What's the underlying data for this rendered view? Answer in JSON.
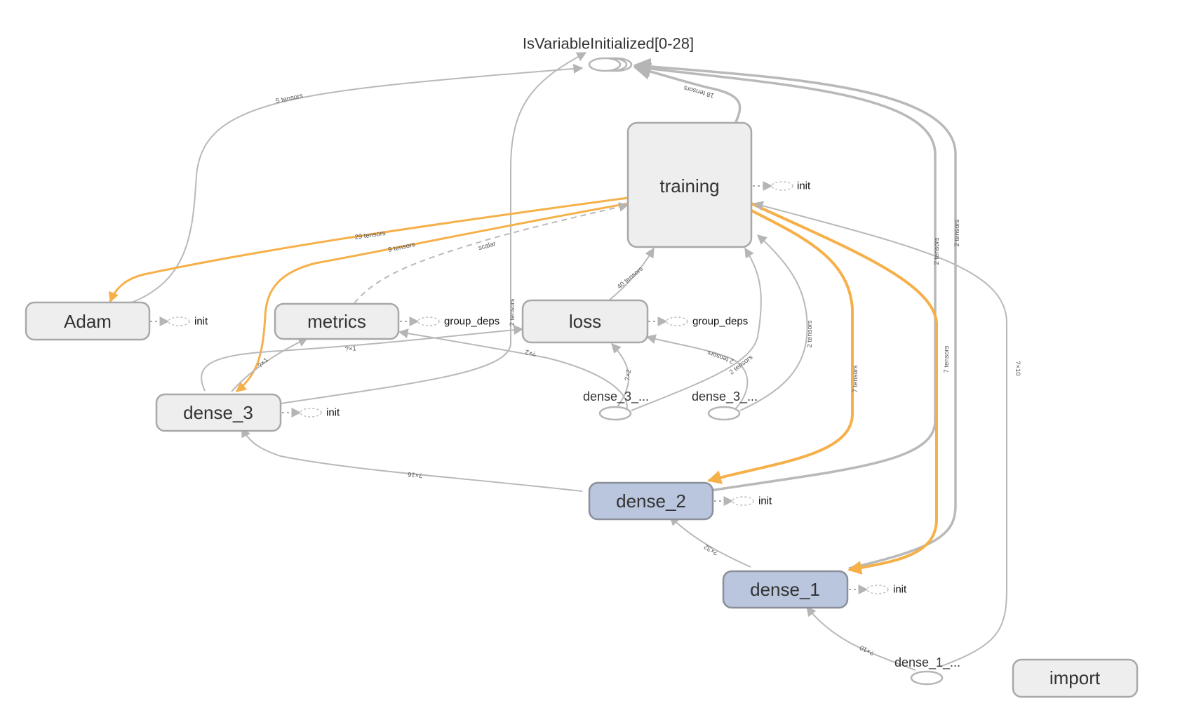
{
  "graph": {
    "title": "TensorFlow Graph",
    "colors": {
      "node_fill": "#eeeeee",
      "node_stroke": "#a8a8a8",
      "highlight_fill": "#b9c6de",
      "edge_gray": "#b9b9b9",
      "edge_orange": "#f6b04a",
      "text": "#333333"
    },
    "nodes": {
      "isvar": {
        "label": "IsVariableInitialized[0-28]"
      },
      "training": {
        "label": "training",
        "aux": "init"
      },
      "adam": {
        "label": "Adam",
        "aux": "init"
      },
      "metrics": {
        "label": "metrics",
        "aux": "group_deps"
      },
      "loss": {
        "label": "loss",
        "aux": "group_deps"
      },
      "dense_3": {
        "label": "dense_3",
        "aux": "init"
      },
      "dense_3_a": {
        "label": "dense_3_..."
      },
      "dense_3_b": {
        "label": "dense_3_..."
      },
      "dense_2": {
        "label": "dense_2",
        "aux": "init"
      },
      "dense_1": {
        "label": "dense_1",
        "aux": "init"
      },
      "dense_1_a": {
        "label": "dense_1_..."
      },
      "import": {
        "label": "import"
      }
    },
    "edge_labels": {
      "adam_isvar": "5 tensors",
      "training_isvar": "18 tensors",
      "training_adam": "29 tensors",
      "training_dense3": "9 tensors",
      "metrics_training": "scalar",
      "loss_training": "40 tensors",
      "dense3_isvar": "2 tensors",
      "dense3_metrics": "?×1",
      "dense3_loss": "?×1",
      "metrics_d3a": "?×2",
      "d3a_loss": "?×2",
      "d3b_loss": "2 tensors",
      "d3b_loss2": "2 tensors",
      "d3b_training": "2 tensors",
      "training_dense2": "7 tensors",
      "training_dense1": "7 tensors",
      "dense2_isvar": "2 tensors",
      "dense1_isvar": "2 tensors",
      "d1a_training": "?×10",
      "dense2_dense3": "?×16",
      "dense1_dense2": "?×32",
      "d1a_dense1": "?×10"
    }
  }
}
